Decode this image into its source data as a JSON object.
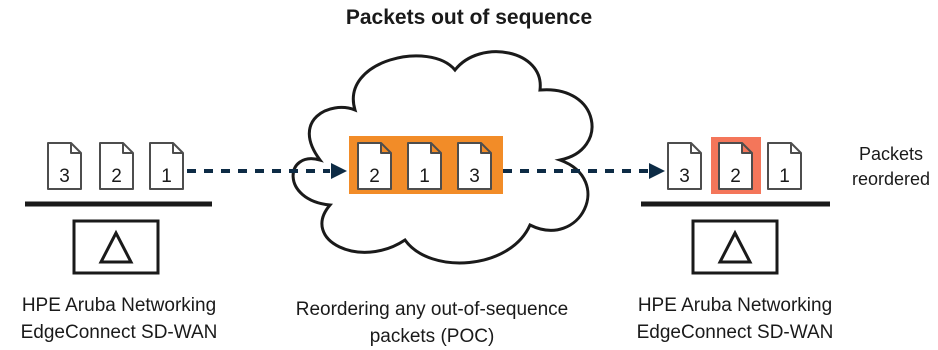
{
  "title": "Packets out of sequence",
  "left_device": {
    "line1": "HPE Aruba Networking",
    "line2": "EdgeConnect SD-WAN",
    "packets": [
      "3",
      "2",
      "1"
    ]
  },
  "cloud": {
    "line1": "Reordering any out-of-sequence",
    "line2": "packets (POC)",
    "packets": [
      "2",
      "1",
      "3"
    ]
  },
  "right_device": {
    "line1": "HPE Aruba Networking",
    "line2": "EdgeConnect SD-WAN",
    "packets": [
      "3",
      "2",
      "1"
    ]
  },
  "reordered_note": {
    "line1": "Packets",
    "line2": "reordered"
  },
  "colors": {
    "accent": "#f28c28",
    "highlight": "#f4765a",
    "arrow": "#0d2b45",
    "line": "#1a1a1a"
  },
  "icons": {
    "packet": "document-icon",
    "device": "triangle-icon"
  }
}
